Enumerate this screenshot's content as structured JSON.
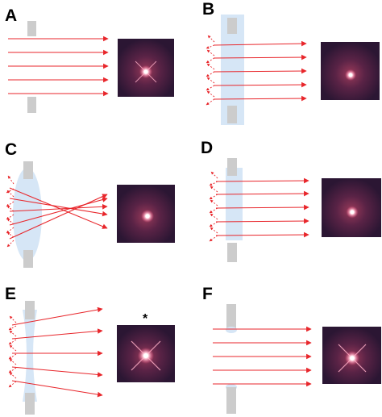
{
  "figure": {
    "panels": [
      {
        "letter": "A",
        "marker": ""
      },
      {
        "letter": "B",
        "marker": ""
      },
      {
        "letter": "C",
        "marker": ""
      },
      {
        "letter": "D",
        "marker": ""
      },
      {
        "letter": "E",
        "marker": "*"
      },
      {
        "letter": "F",
        "marker": ""
      }
    ]
  },
  "colors": {
    "ray": "#e8262b",
    "aperture": "#cccccc",
    "glass": "#d6e6f6",
    "psf_background": "#2b1633",
    "psf_glow": "#7a2e4e",
    "psf_core": "#ffffff"
  },
  "icons": {
    "arrowhead": "triangle-arrowhead",
    "psf": "point-spread-function-image"
  }
}
